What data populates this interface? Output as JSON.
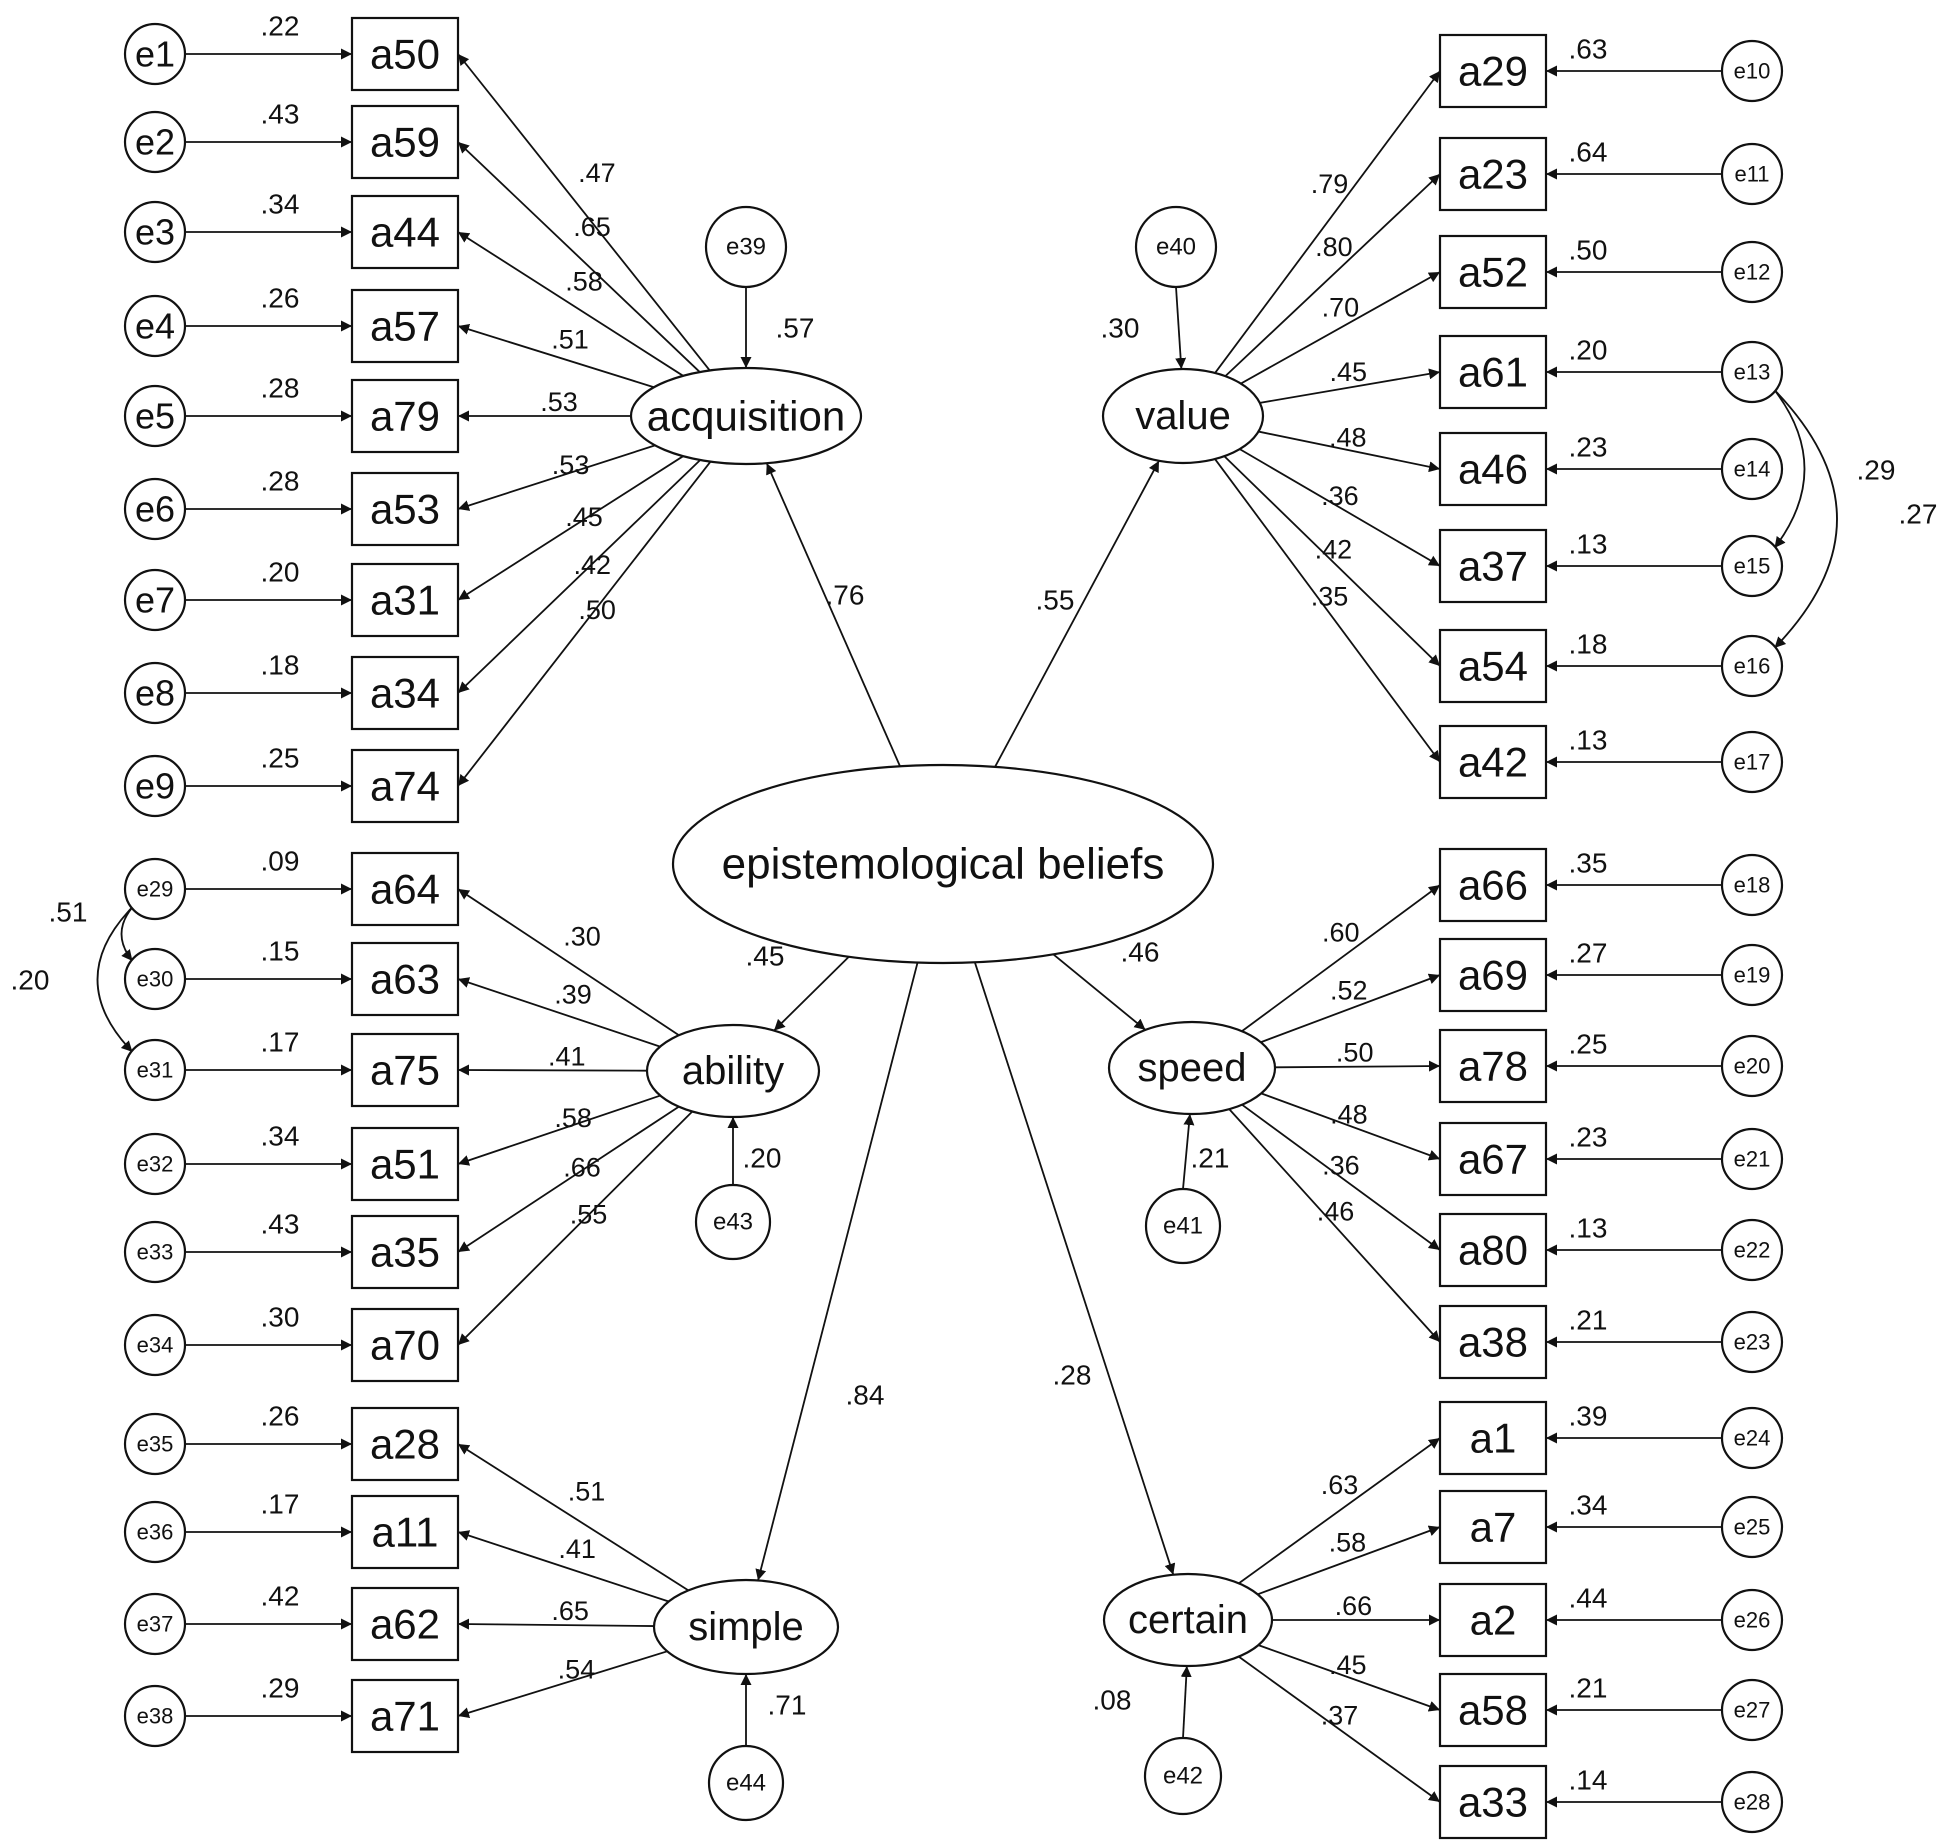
{
  "diagram": {
    "second_order": "epistemological beliefs",
    "factors": [
      {
        "id": "acquisition",
        "label": "acquisition",
        "error": "e39",
        "error_value": ".57",
        "path": ".76",
        "items": [
          {
            "name": "a50",
            "error": "e1",
            "error_value": ".22",
            "loading": ".47"
          },
          {
            "name": "a59",
            "error": "e2",
            "error_value": ".43",
            "loading": ".65"
          },
          {
            "name": "a44",
            "error": "e3",
            "error_value": ".34",
            "loading": ".58"
          },
          {
            "name": "a57",
            "error": "e4",
            "error_value": ".26",
            "loading": ".51"
          },
          {
            "name": "a79",
            "error": "e5",
            "error_value": ".28",
            "loading": ".53"
          },
          {
            "name": "a53",
            "error": "e6",
            "error_value": ".28",
            "loading": ".53"
          },
          {
            "name": "a31",
            "error": "e7",
            "error_value": ".20",
            "loading": ".45"
          },
          {
            "name": "a34",
            "error": "e8",
            "error_value": ".18",
            "loading": ".42"
          },
          {
            "name": "a74",
            "error": "e9",
            "error_value": ".25",
            "loading": ".50"
          }
        ]
      },
      {
        "id": "value",
        "label": "value",
        "error": "e40",
        "error_value": ".30",
        "path": ".55",
        "items": [
          {
            "name": "a29",
            "error": "e10",
            "error_value": ".63",
            "loading": ".79"
          },
          {
            "name": "a23",
            "error": "e11",
            "error_value": ".64",
            "loading": ".80"
          },
          {
            "name": "a52",
            "error": "e12",
            "error_value": ".50",
            "loading": ".70"
          },
          {
            "name": "a61",
            "error": "e13",
            "error_value": ".20",
            "loading": ".45"
          },
          {
            "name": "a46",
            "error": "e14",
            "error_value": ".23",
            "loading": ".48"
          },
          {
            "name": "a37",
            "error": "e15",
            "error_value": ".13",
            "loading": ".36"
          },
          {
            "name": "a54",
            "error": "e16",
            "error_value": ".18",
            "loading": ".42"
          },
          {
            "name": "a42",
            "error": "e17",
            "error_value": ".13",
            "loading": ".35"
          }
        ]
      },
      {
        "id": "ability",
        "label": "ability",
        "error": "e43",
        "error_value": ".20",
        "path": ".45",
        "items": [
          {
            "name": "a64",
            "error": "e29",
            "error_value": ".09",
            "loading": ".30"
          },
          {
            "name": "a63",
            "error": "e30",
            "error_value": ".15",
            "loading": ".39"
          },
          {
            "name": "a75",
            "error": "e31",
            "error_value": ".17",
            "loading": ".41"
          },
          {
            "name": "a51",
            "error": "e32",
            "error_value": ".34",
            "loading": ".58"
          },
          {
            "name": "a35",
            "error": "e33",
            "error_value": ".43",
            "loading": ".66"
          },
          {
            "name": "a70",
            "error": "e34",
            "error_value": ".30",
            "loading": ".55"
          }
        ]
      },
      {
        "id": "speed",
        "label": "speed",
        "error": "e41",
        "error_value": ".21",
        "path": ".46",
        "items": [
          {
            "name": "a66",
            "error": "e18",
            "error_value": ".35",
            "loading": ".60"
          },
          {
            "name": "a69",
            "error": "e19",
            "error_value": ".27",
            "loading": ".52"
          },
          {
            "name": "a78",
            "error": "e20",
            "error_value": ".25",
            "loading": ".50"
          },
          {
            "name": "a67",
            "error": "e21",
            "error_value": ".23",
            "loading": ".48"
          },
          {
            "name": "a80",
            "error": "e22",
            "error_value": ".13",
            "loading": ".36"
          },
          {
            "name": "a38",
            "error": "e23",
            "error_value": ".21",
            "loading": ".46"
          }
        ]
      },
      {
        "id": "simple",
        "label": "simple",
        "error": "e44",
        "error_value": ".71",
        "path": ".84",
        "items": [
          {
            "name": "a28",
            "error": "e35",
            "error_value": ".26",
            "loading": ".51"
          },
          {
            "name": "a11",
            "error": "e36",
            "error_value": ".17",
            "loading": ".41"
          },
          {
            "name": "a62",
            "error": "e37",
            "error_value": ".42",
            "loading": ".65"
          },
          {
            "name": "a71",
            "error": "e38",
            "error_value": ".29",
            "loading": ".54"
          }
        ]
      },
      {
        "id": "certain",
        "label": "certain",
        "error": "e42",
        "error_value": ".08",
        "path": ".28",
        "items": [
          {
            "name": "a1",
            "error": "e24",
            "error_value": ".39",
            "loading": ".63"
          },
          {
            "name": "a7",
            "error": "e25",
            "error_value": ".34",
            "loading": ".58"
          },
          {
            "name": "a2",
            "error": "e26",
            "error_value": ".44",
            "loading": ".66"
          },
          {
            "name": "a58",
            "error": "e27",
            "error_value": ".21",
            "loading": ".45"
          },
          {
            "name": "a33",
            "error": "e28",
            "error_value": ".14",
            "loading": ".37"
          }
        ]
      }
    ],
    "correlations": [
      {
        "a": "e13",
        "b": "e15",
        "value": ".29"
      },
      {
        "a": "e13",
        "b": "e16",
        "value": ".27"
      },
      {
        "a": "e29",
        "b": "e30",
        "value": ".51"
      },
      {
        "a": "e29",
        "b": "e31",
        "value": ".20"
      }
    ]
  }
}
